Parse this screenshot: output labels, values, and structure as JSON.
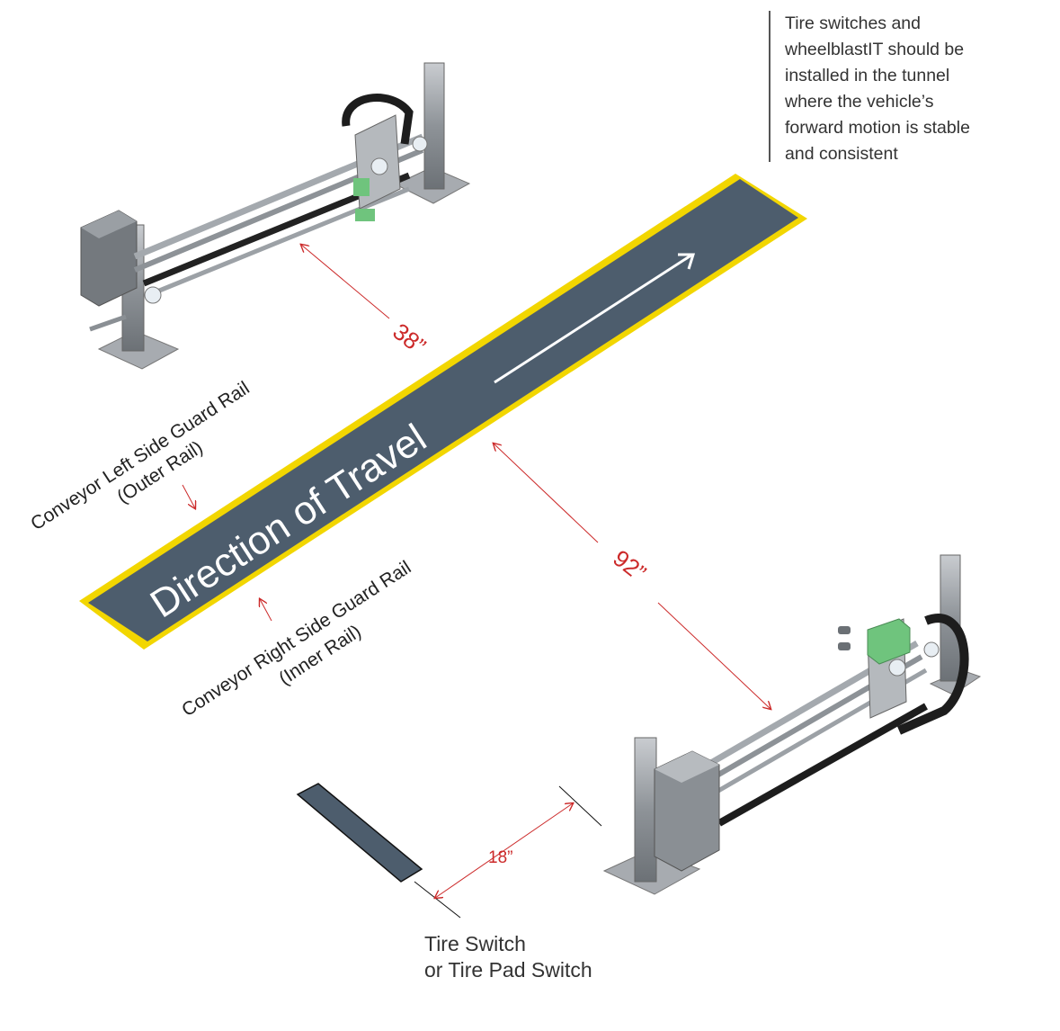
{
  "note": {
    "lines": [
      "Tire switches and",
      "wheelblastIT should be",
      "installed in the tunnel",
      "where the vehicle’s",
      "forward motion is stable",
      "and consistent"
    ]
  },
  "road": {
    "label": "Direction of Travel"
  },
  "labels": {
    "left_rail_line1": "Conveyor Left Side Guard Rail",
    "left_rail_line2": "(Outer Rail)",
    "right_rail_line1": "Conveyor Right Side Guard Rail",
    "right_rail_line2": "(Inner Rail)",
    "tire_switch_line1": "Tire Switch",
    "tire_switch_line2": "or Tire Pad Switch"
  },
  "dimensions": {
    "top_gap": "38”",
    "bottom_gap": "92”",
    "switch_gap": "18”"
  },
  "colors": {
    "road": "#4d5d6d",
    "road_edge": "#f2d600",
    "dimension": "#cc2a2a",
    "metal": "#9ea3a8",
    "green_block": "#6fc47d"
  }
}
